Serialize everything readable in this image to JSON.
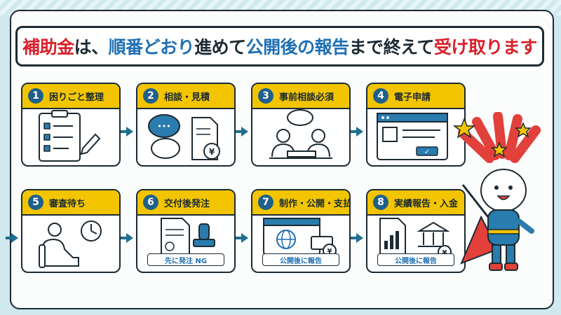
{
  "title": {
    "segments": [
      {
        "text": "補助金",
        "color": "#d9202a"
      },
      {
        "text": "は、",
        "color": "#1c2a33"
      },
      {
        "text": "順番どおり",
        "color": "#1f6fb2"
      },
      {
        "text": "進めて",
        "color": "#1c2a33"
      },
      {
        "text": "公開後の報告",
        "color": "#1f6fb2"
      },
      {
        "text": "まで終えて",
        "color": "#1c2a33"
      },
      {
        "text": "受け取ります",
        "color": "#d9202a"
      }
    ]
  },
  "steps": [
    {
      "num": "1",
      "label": "困りごと整理",
      "icon": "clipboard-checklist-icon"
    },
    {
      "num": "2",
      "label": "相談・見積",
      "icon": "chat-estimate-icon"
    },
    {
      "num": "3",
      "label": "事前相談必須",
      "icon": "meeting-icon"
    },
    {
      "num": "4",
      "label": "電子申請",
      "icon": "web-form-icon"
    },
    {
      "num": "5",
      "label": "審査待ち",
      "icon": "waiting-clock-icon"
    },
    {
      "num": "6",
      "label": "交付後発注",
      "icon": "stamp-document-icon",
      "note": "先に発注 NG"
    },
    {
      "num": "7",
      "label": "制作・公開・支払",
      "icon": "web-payment-icon",
      "note": "公開後に報告"
    },
    {
      "num": "8",
      "label": "実績報告・入金",
      "icon": "report-bank-icon",
      "note": "公開後に報告"
    }
  ],
  "glyphs": {
    "yen": "¥",
    "dots": "•••",
    "check": "✓"
  },
  "colors": {
    "accent": "#f2c500",
    "primary": "#1f5f8b",
    "red": "#d9202a",
    "blue": "#1f6fb2"
  }
}
